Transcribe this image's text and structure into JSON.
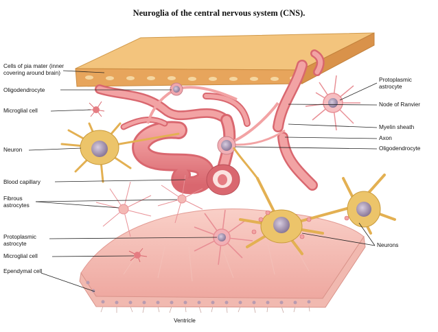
{
  "title": "Neuroglia of the central nervous system (CNS).",
  "labels": {
    "pia_mater": "Cells of pia mater (inner covering around brain)",
    "oligodendrocyte_left": "Oligodendrocyte",
    "microglial_cell_top": "Microglial cell",
    "neuron_left": "Neuron",
    "blood_capillary": "Blood capillary",
    "fibrous_astrocytes": "Fibrous astrocytes",
    "protoplasmic_astrocyte_left": "Protoplasmic astrocyte",
    "microglial_cell_bottom": "Microglial cell",
    "ependymal_cell": "Ependymal cell",
    "protoplasmic_astrocyte_right": "Protoplasmic astrocyte",
    "node_of_ranvier": "Node of Ranvier",
    "myelin_sheath": "Myelin sheath",
    "axon": "Axon",
    "oligodendrocyte_right": "Oligodendrocyte",
    "neurons_right": "Neurons",
    "ventricle": "Ventricle"
  },
  "colors": {
    "pia_top": "#f2c27a",
    "pia_side": "#e6a45c",
    "tissue_pink": "#f4b8b4",
    "vessel_red": "#e8868a",
    "neuron_gold": "#ecc46a",
    "nucleus_purple": "#9a87a8",
    "ependymal_pink": "#f6cfc8",
    "label_line": "#222222"
  }
}
